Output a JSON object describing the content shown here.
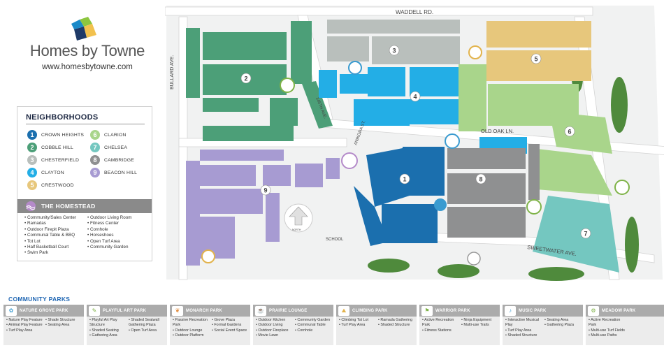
{
  "brand": {
    "name": "Homes by Towne",
    "url": "www.homesbytowne.com",
    "colors": {
      "navy": "#1f2a44",
      "green": "#8dc63f",
      "blue": "#1b8ac9",
      "gold": "#f2c14e"
    }
  },
  "neighborhoods": {
    "title": "NEIGHBORHOODS",
    "items": [
      {
        "number": "1",
        "name": "CROWN HEIGHTS",
        "color": "#1b6fae"
      },
      {
        "number": "2",
        "name": "COBBLE HILL",
        "color": "#4c9f78"
      },
      {
        "number": "3",
        "name": "CHESTERFIELD",
        "color": "#b9bfbc"
      },
      {
        "number": "4",
        "name": "CLAYTON",
        "color": "#23aee6"
      },
      {
        "number": "5",
        "name": "CRESTWOOD",
        "color": "#e7c77c"
      },
      {
        "number": "6",
        "name": "CLARION",
        "color": "#a9d58b"
      },
      {
        "number": "7",
        "name": "CHELSEA",
        "color": "#74c7c0"
      },
      {
        "number": "8",
        "name": "CAMBRIDGE",
        "color": "#8f9091"
      },
      {
        "number": "9",
        "name": "BEACON HILL",
        "color": "#a79bd2"
      }
    ]
  },
  "homestead": {
    "title": "THE HOMESTEAD",
    "column_1": [
      "Community/Sales Center",
      "Ramadas",
      "Outdoor Firepit Plaza",
      "Communal Table & BBQ",
      "Tot Lot",
      "Half Basketball Court",
      "Swim Park"
    ],
    "column_2": [
      "Outdoor Living Room",
      "Fitness Center",
      "Cornhole",
      "Horseshoes",
      "Open Turf Area",
      "Community Garden"
    ]
  },
  "map": {
    "streets": {
      "waddell": "WADDELL RD.",
      "bullard": "BULLARD AVE.",
      "ave_145": "145TH AVE.",
      "old_oak": "OLD OAK LN.",
      "sweetwater": "SWEETWATER AVE.",
      "anikora": "ANIKORA ST.",
      "school": "SCHOOL",
      "north": "NORTH"
    }
  },
  "community_parks": {
    "title": "COMMUNITY PARKS",
    "parks": [
      {
        "name": "NATURE GROVE PARK",
        "icon": "butterfly-icon",
        "col_1": [
          "Nature Play Feature",
          "Animal Play Feature",
          "Turf Play Area"
        ],
        "col_2": [
          "Shade Structure",
          "Seating Area"
        ]
      },
      {
        "name": "PLAYFUL ART PARK",
        "icon": "art-icon",
        "col_1": [
          "Playful Art Play Structure",
          "Shaded Seating",
          "Gathering Area"
        ],
        "col_2": [
          "Shaded Seatwall Gathering Plaza",
          "Open Turf Area"
        ]
      },
      {
        "name": "MONARCH PARK",
        "icon": "monarch-icon",
        "col_1": [
          "Passive Recreation Park",
          "Outdoor Lounge",
          "Outdoor Platform"
        ],
        "col_2": [
          "Grove Plaza",
          "Formal Gardens",
          "Social Event Space"
        ]
      },
      {
        "name": "PRAIRIE LOUNGE",
        "icon": "lounge-icon",
        "col_1": [
          "Outdoor Kitchen",
          "Outdoor Living",
          "Outdoor Fireplace",
          "Movie Lawn"
        ],
        "col_2": [
          "Community Garden",
          "Communal Table",
          "Cornhole"
        ]
      },
      {
        "name": "CLIMBING PARK",
        "icon": "climbing-icon",
        "col_1": [
          "Climbing Tot Lot",
          "Turf Play Area"
        ],
        "col_2": [
          "Ramada Gathering",
          "Shaded Structure"
        ]
      },
      {
        "name": "WARRIOR PARK",
        "icon": "warrior-icon",
        "col_1": [
          "Active Recreation Park",
          "Fitness Stations"
        ],
        "col_2": [
          "Ninja Equipment",
          "Multi-use Trails"
        ]
      },
      {
        "name": "MUSIC PARK",
        "icon": "music-icon",
        "col_1": [
          "Interactive Musical Play",
          "Turf Play Area",
          "Shaded Structure"
        ],
        "col_2": [
          "Seating Area",
          "Gathering Plaza"
        ]
      },
      {
        "name": "MEADOW PARK",
        "icon": "bike-icon",
        "col_1": [
          "Active Recreation Park",
          "Multi-use Turf Fields",
          "Multi-use Paths"
        ],
        "col_2": []
      }
    ]
  }
}
